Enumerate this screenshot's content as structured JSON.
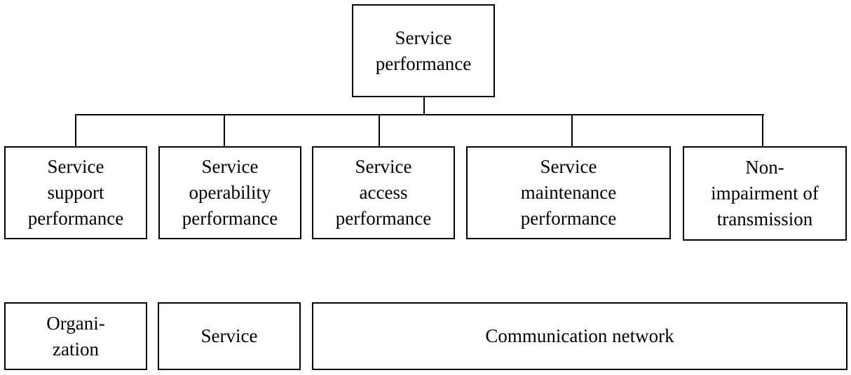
{
  "root": {
    "lines": [
      "Service",
      "performance"
    ]
  },
  "children": [
    {
      "lines": [
        "Service",
        "support",
        "performance"
      ]
    },
    {
      "lines": [
        "Service",
        "operability",
        "performance"
      ]
    },
    {
      "lines": [
        "Service",
        "access",
        "performance"
      ]
    },
    {
      "lines": [
        "Service",
        "maintenance",
        "performance"
      ]
    },
    {
      "lines": [
        "Non-",
        "impairment of",
        "transmission"
      ]
    }
  ],
  "bottom": [
    {
      "lines": [
        "Organi-",
        "zation"
      ]
    },
    {
      "lines": [
        "Service"
      ]
    },
    {
      "lines": [
        "Communication network"
      ]
    }
  ]
}
